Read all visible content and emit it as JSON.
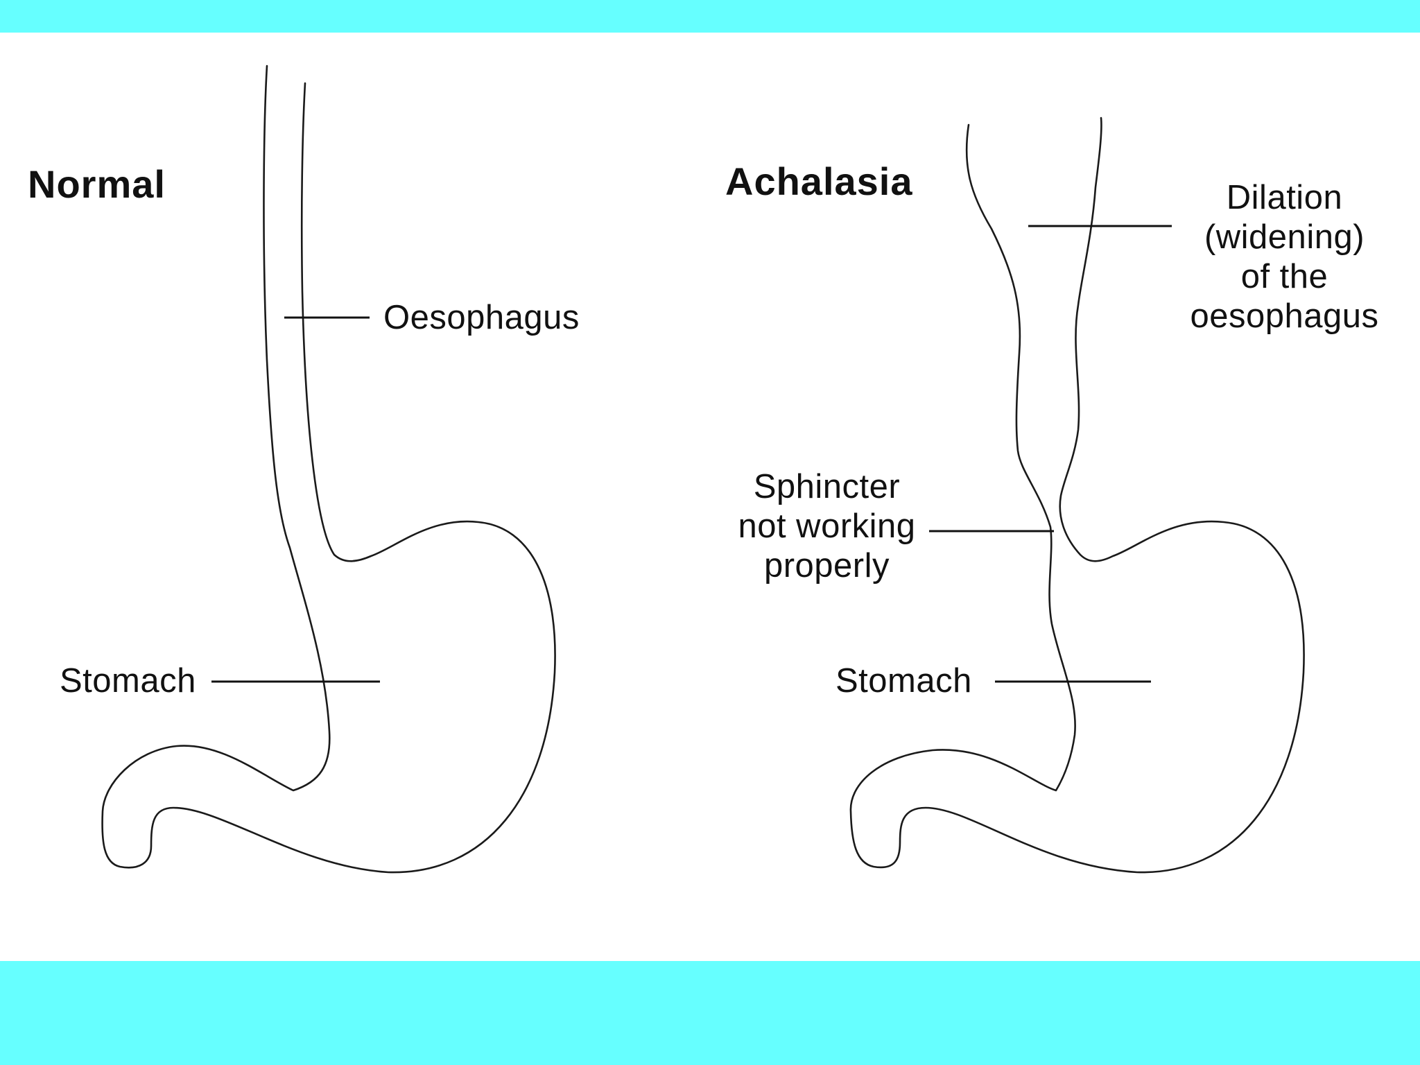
{
  "colors": {
    "band": "#66ffff",
    "background": "#ffffff",
    "line": "#1a1a1a"
  },
  "panels": {
    "normal": {
      "title": "Normal",
      "labels": {
        "oesophagus": "Oesophagus",
        "stomach": "Stomach"
      }
    },
    "achalasia": {
      "title": "Achalasia",
      "labels": {
        "dilation": "Dilation\n(widening)\nof the\noesophagus",
        "sphincter": "Sphincter\nnot working\nproperly",
        "stomach": "Stomach"
      }
    }
  }
}
